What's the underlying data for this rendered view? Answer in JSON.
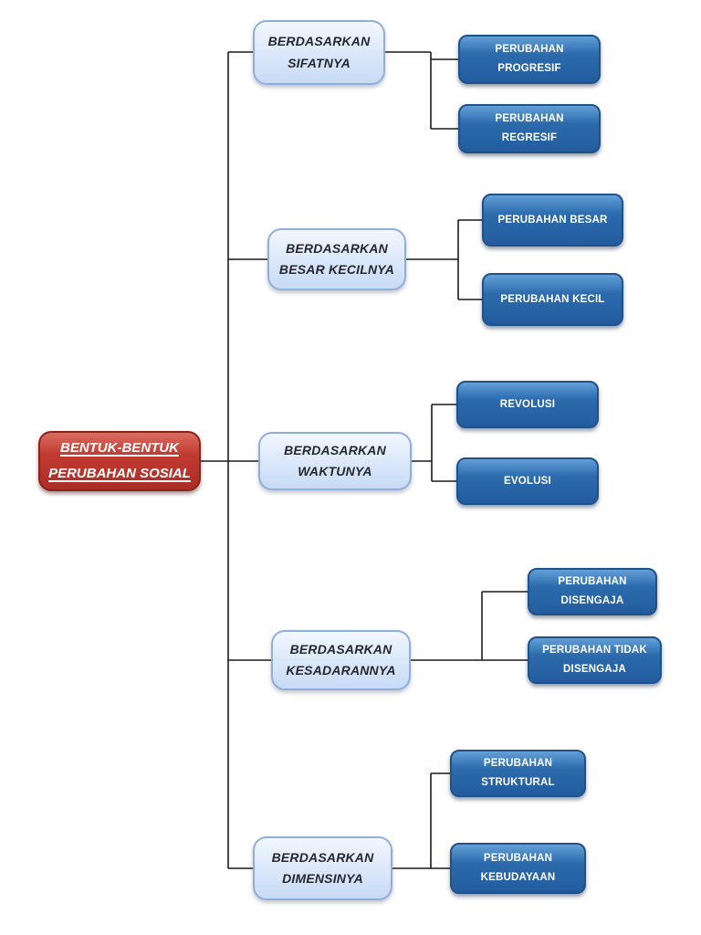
{
  "diagram": {
    "root": {
      "label": "BENTUK-BENTUK\nPERUBAHAN SOSIAL"
    },
    "groups": [
      {
        "category": "BERDASARKAN\nSIFATNYA",
        "children": [
          "PERUBAHAN\nPROGRESIF",
          "PERUBAHAN\nREGRESIF"
        ]
      },
      {
        "category": "BERDASARKAN\nBESAR KECILNYA",
        "children": [
          "PERUBAHAN BESAR",
          "PERUBAHAN KECIL"
        ]
      },
      {
        "category": "BERDASARKAN\nWAKTUNYA",
        "children": [
          "REVOLUSI",
          "EVOLUSI"
        ]
      },
      {
        "category": "BERDASARKAN\nKESADARANNYA",
        "children": [
          "PERUBAHAN\nDISENGAJA",
          "PERUBAHAN TIDAK\nDISENGAJA"
        ]
      },
      {
        "category": "BERDASARKAN\nDIMENSINYA",
        "children": [
          "PERUBAHAN\nSTRUKTURAL",
          "PERUBAHAN\nKEBUDAYAAN"
        ]
      }
    ],
    "colors": {
      "line": "#1A1A1A",
      "root_fill_top": "#DA6D62",
      "root_fill": "#C23B31",
      "root_fill_bottom": "#A92E26",
      "root_border": "#8C241C",
      "root_text": "#FFFFFF",
      "category_fill_top": "#F2F7FE",
      "category_fill": "#DAE7FA",
      "category_fill_bottom": "#C7DBF4",
      "category_border": "#8FAEDC",
      "category_text": "#26282E",
      "child_fill_top": "#63A0D8",
      "child_fill": "#2C6BAD",
      "child_fill_bottom": "#225C9E",
      "child_border": "#1F5288",
      "child_text": "#FFFFFF"
    }
  }
}
